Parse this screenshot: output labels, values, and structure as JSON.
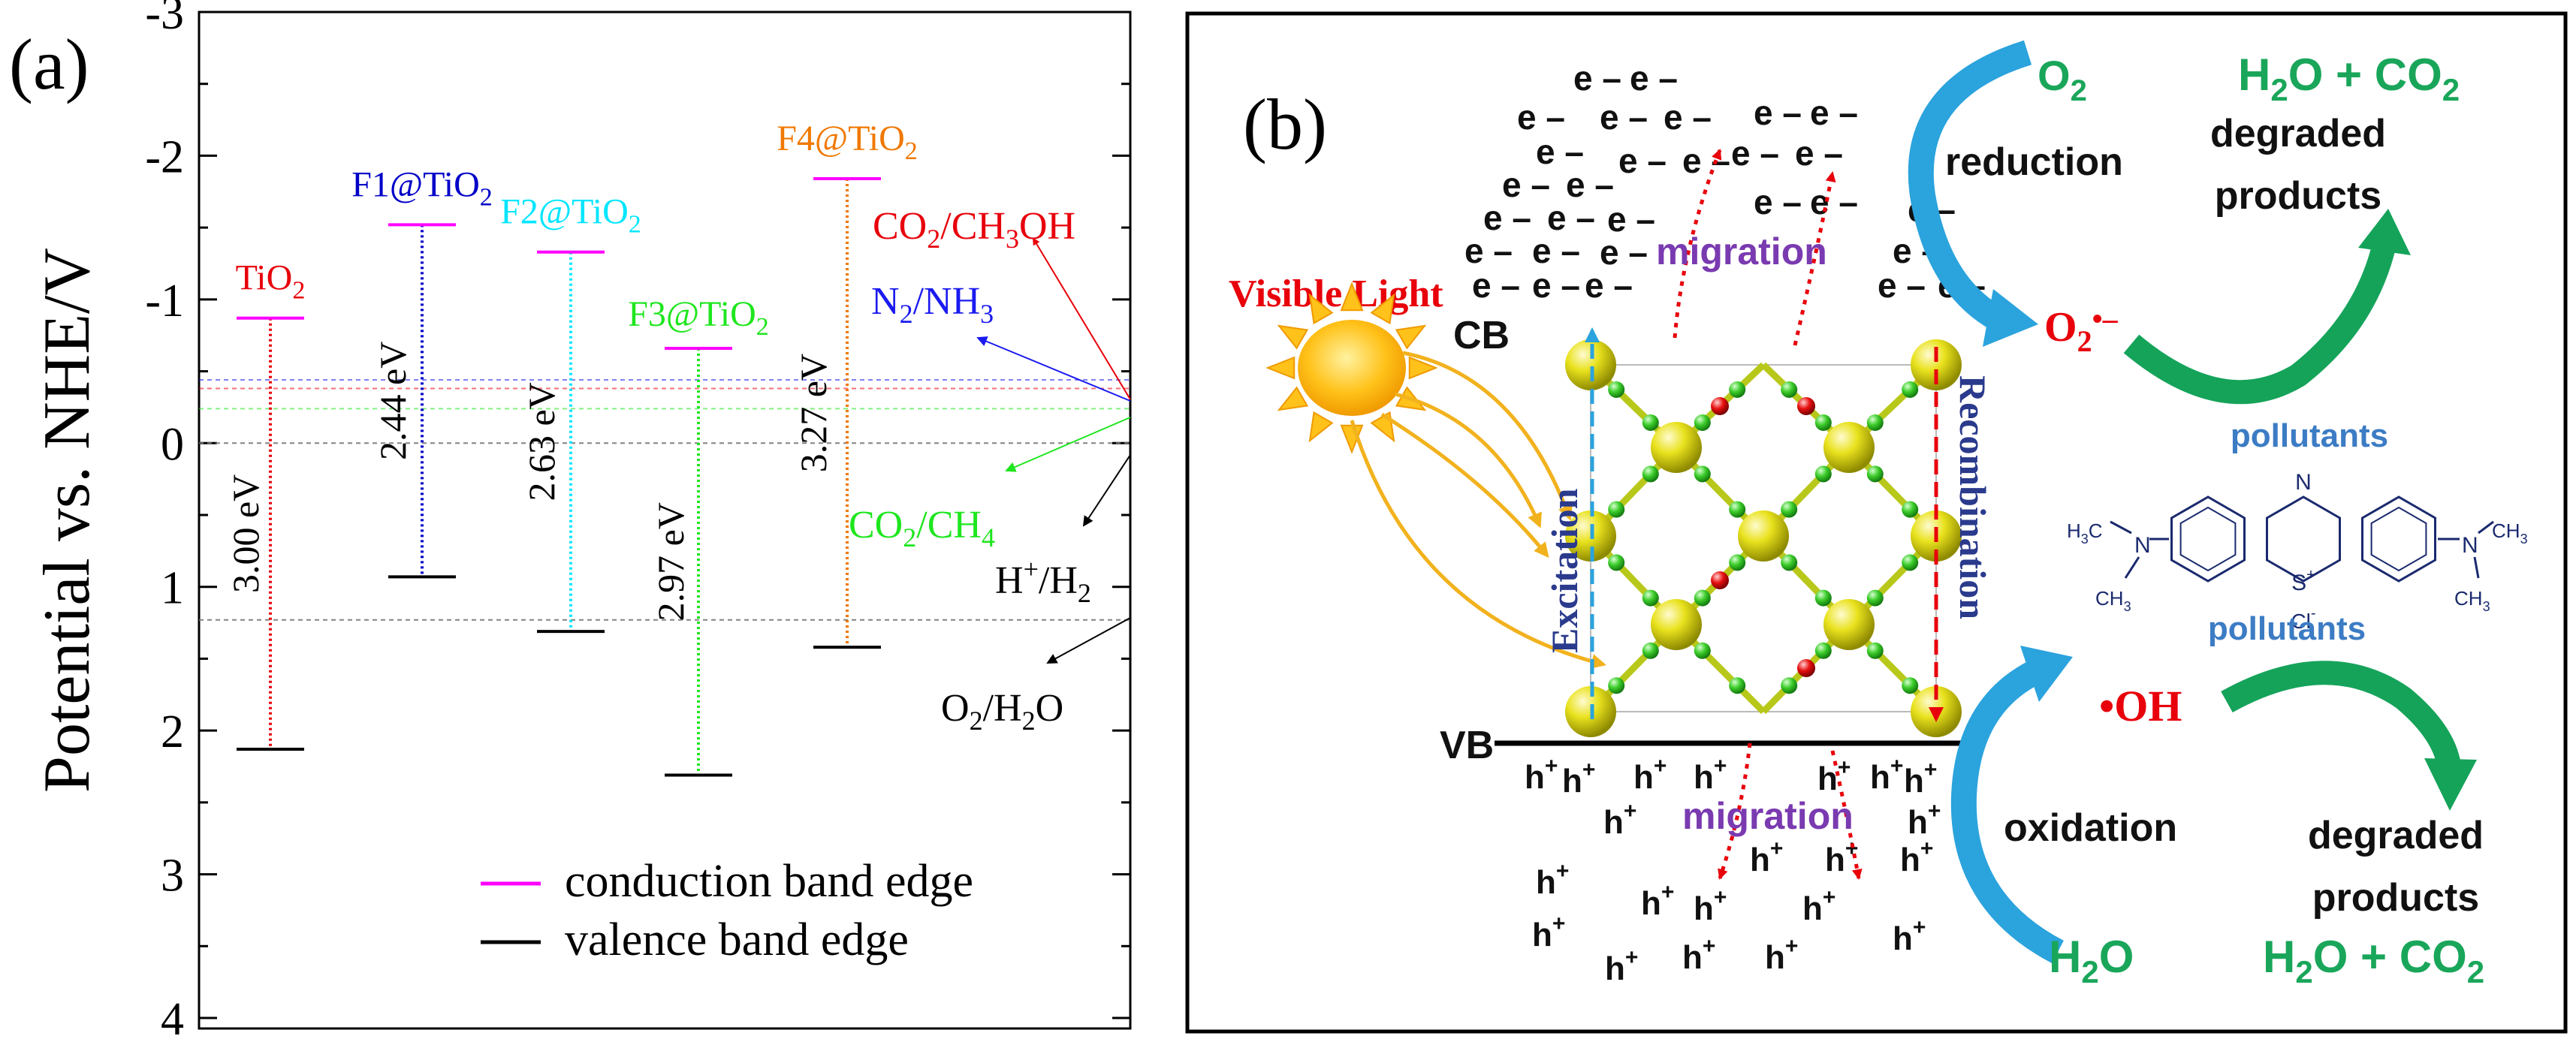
{
  "panel_a": {
    "label": "(a)",
    "ylabel": "Potential vs. NHE/V",
    "yticks": [
      "-3",
      "-2",
      "-1",
      "0",
      "1",
      "2",
      "3",
      "4"
    ],
    "materials": [
      {
        "name": "TiO",
        "sub": "2",
        "cb": -0.87,
        "vb": 2.13,
        "gap": "3.00 eV",
        "color": "#e8000b"
      },
      {
        "name": "F1@TiO",
        "sub": "2",
        "cb": -1.52,
        "vb": 0.93,
        "gap": "2.44 eV",
        "color": "#0000c8"
      },
      {
        "name": "F2@TiO",
        "sub": "2",
        "cb": -1.33,
        "vb": 1.31,
        "gap": "2.63 eV",
        "color": "#00e6ff"
      },
      {
        "name": "F3@TiO",
        "sub": "2",
        "cb": -0.66,
        "vb": 2.31,
        "gap": "2.97 eV",
        "color": "#1ee61e"
      },
      {
        "name": "F4@TiO",
        "sub": "2",
        "cb": -1.84,
        "vb": 1.42,
        "gap": "3.27 eV",
        "color": "#f07800"
      }
    ],
    "references": [
      {
        "label": "CO2/CH3OH",
        "potential": -0.38,
        "color": "#e8000b"
      },
      {
        "label": "N2/NH3",
        "potential": -0.44,
        "color": "#1a1af0"
      },
      {
        "label": "CO2/CH4",
        "potential": -0.24,
        "color": "#1ee61e"
      },
      {
        "label": "H+/H2",
        "potential": 0.0,
        "color": "#000000"
      },
      {
        "label": "O2/H2O",
        "potential": 1.23,
        "color": "#000000"
      }
    ],
    "ref_text": {
      "co2_ch3oh": {
        "a": "CO",
        "s1": "2",
        "b": "/CH",
        "s2": "3",
        "c": "OH"
      },
      "n2_nh3": {
        "a": "N",
        "s1": "2",
        "b": "/NH",
        "s2": "3"
      },
      "co2_ch4": {
        "a": "CO",
        "s1": "2",
        "b": "/CH",
        "s2": "4"
      },
      "h_h2": {
        "a": "H",
        "sup": "+",
        "b": "/H",
        "s1": "2"
      },
      "o2_h2o": {
        "a": "O",
        "s1": "2",
        "b": "/H",
        "s2": "2",
        "c": "O"
      }
    },
    "legend": [
      {
        "label": "conduction band edge",
        "color": "#ff00ff"
      },
      {
        "label": "valence band edge",
        "color": "#000000"
      }
    ],
    "cb_edge_color": "#ff00ff",
    "vb_edge_color": "#000000"
  },
  "panel_b": {
    "label": "(b)",
    "visible_light": "Visible Light",
    "cb": "CB",
    "vb": "VB",
    "electron": "e –",
    "hole": "h",
    "hole_sup": "+",
    "migration": "migration",
    "excitation": "Excitation",
    "recombination": "Recombination",
    "reduction": "reduction",
    "oxidation": "oxidation",
    "o2": {
      "a": "O",
      "sub": "2"
    },
    "superoxide": {
      "a": "O",
      "sub": "2",
      "sup": "•–"
    },
    "hydroxyl": "•OH",
    "h2o": {
      "a": "H",
      "sub": "2",
      "b": "O"
    },
    "products_top": {
      "a": "H",
      "s1": "2",
      "b": "O + CO",
      "s2": "2"
    },
    "products_bottom": {
      "a": "H",
      "s1": "2",
      "b": "O + CO",
      "s2": "2"
    },
    "degraded": "degraded",
    "products": "products",
    "pollutants": "pollutants",
    "molecule": {
      "n_top": "N",
      "s_plus": "S",
      "plus": "+",
      "cl": "Cl",
      "cl_sup": "-",
      "left_group": {
        "a": "H",
        "s1": "3",
        "b": "C",
        "n": "N",
        "c": "CH",
        "s2": "3"
      },
      "right_group": {
        "n": "N",
        "a": "CH",
        "s1": "3",
        "c": "CH",
        "s2": "3"
      }
    },
    "colors": {
      "reduction_green": "#1aa65a",
      "red": "#e8000b",
      "blue_label": "#3c7cc4",
      "purple": "#7a3ab0",
      "arrow_blue": "#2ba3dd",
      "arrow_green": "#15a35a"
    }
  }
}
